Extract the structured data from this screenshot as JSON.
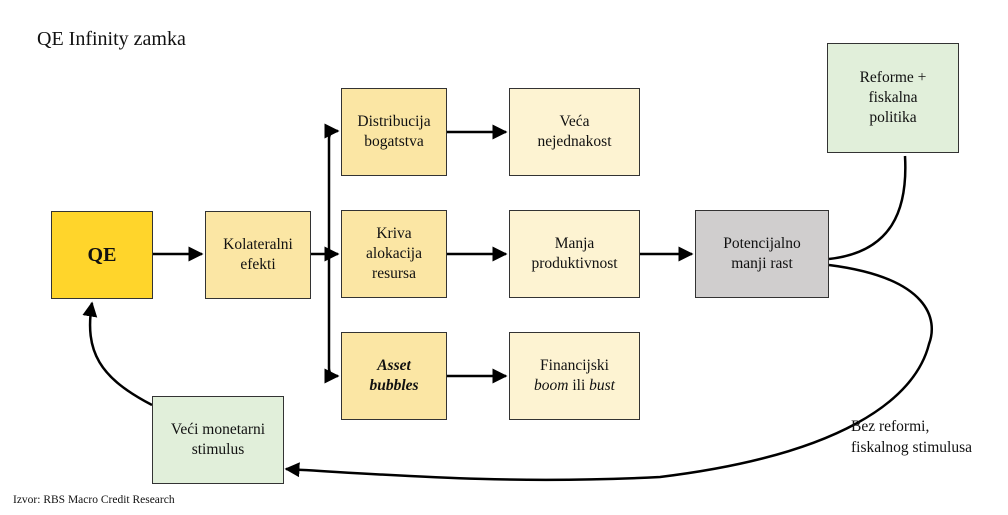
{
  "title": "QE Infinity zamka",
  "nodes": {
    "qe": {
      "label": "QE"
    },
    "collateral": {
      "line1": "Kolateralni",
      "line2": "efekti"
    },
    "wealth": {
      "line1": "Distribucija",
      "line2": "bogatstva"
    },
    "misallocation": {
      "line1": "Kriva",
      "line2": "alokacija",
      "line3": "resursa"
    },
    "bubbles": {
      "line1": "Asset",
      "line2": "bubbles"
    },
    "inequality": {
      "line1": "Veća",
      "line2": "nejednakost"
    },
    "productivity": {
      "line1": "Manja",
      "line2": "produktivnost"
    },
    "boom": {
      "line1": "Financijski",
      "line2_a": "boom",
      "line2_b": " ili ",
      "line2_c": "bust"
    },
    "growth": {
      "line1": "Potencijalno",
      "line2": "manji rast"
    },
    "reforms": {
      "line1": "Reforme +",
      "line2": "fiskalna",
      "line3": "politika"
    },
    "stimulus": {
      "line1": "Veći monetarni",
      "line2": "stimulus"
    }
  },
  "notes": {
    "no_reform": {
      "line1": "Bez reformi,",
      "line2": "fiskalnog stimulusa"
    }
  },
  "source": "Izvor: RBS Macro Credit Research",
  "colors": {
    "qe_fill": "#ffd52b",
    "mid_fill": "#fbe6a4",
    "light_fill": "#fdf3d2",
    "grey_fill": "#d0cece",
    "green_fill": "#e1efda",
    "line": "#000000"
  }
}
